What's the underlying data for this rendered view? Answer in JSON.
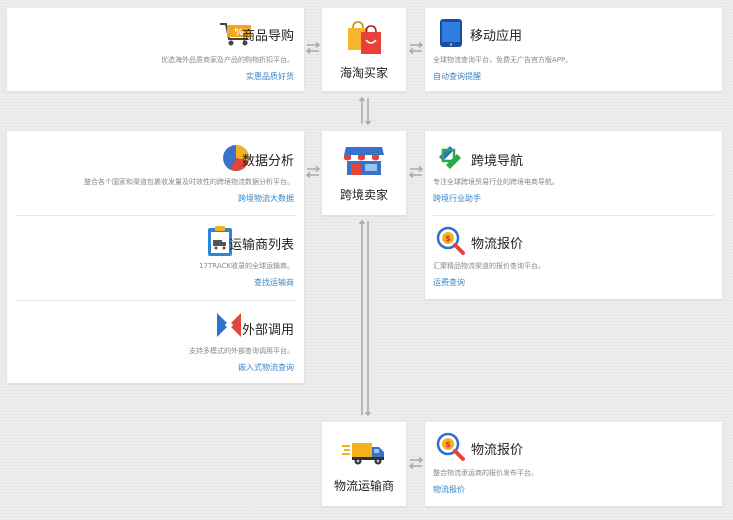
{
  "hubs": {
    "buyer": "海淘买家",
    "seller": "跨境卖家",
    "carrier": "物流运输商"
  },
  "top_left": {
    "title": "商品导购",
    "desc": "优选海外品质商家及产品的购物折扣平台。",
    "link": "实惠品质好货"
  },
  "top_right": {
    "title": "移动应用",
    "desc": "全球物流查询平台，免费无广告官方版APP。",
    "link": "自动查询提醒"
  },
  "mid_left": [
    {
      "title": "数据分析",
      "desc": "整合各个国家和渠道包裹收发量及时效性的跨境物流数据分析平台。",
      "link": "跨境物流大数据"
    },
    {
      "title": "运输商列表",
      "desc": "17TRACK收录的全球运输商。",
      "link": "查找运输商"
    },
    {
      "title": "外部调用",
      "desc": "支持多模式的外部查询调用平台。",
      "link": "嵌入式物流查询"
    }
  ],
  "mid_right": [
    {
      "title": "跨境导航",
      "desc": "专注全球跨境贸易行业的跨境电商导航。",
      "link": "跨境行业助手"
    },
    {
      "title": "物流报价",
      "desc": "汇聚精品物流渠道的报价查询平台。",
      "link": "运费查询"
    }
  ],
  "bottom_right": {
    "title": "物流报价",
    "desc": "整合物流承运商的报价发布平台。",
    "link": "物流报价"
  },
  "colors": {
    "link": "#3b86c6",
    "background": "#ececec",
    "card": "#ffffff"
  }
}
